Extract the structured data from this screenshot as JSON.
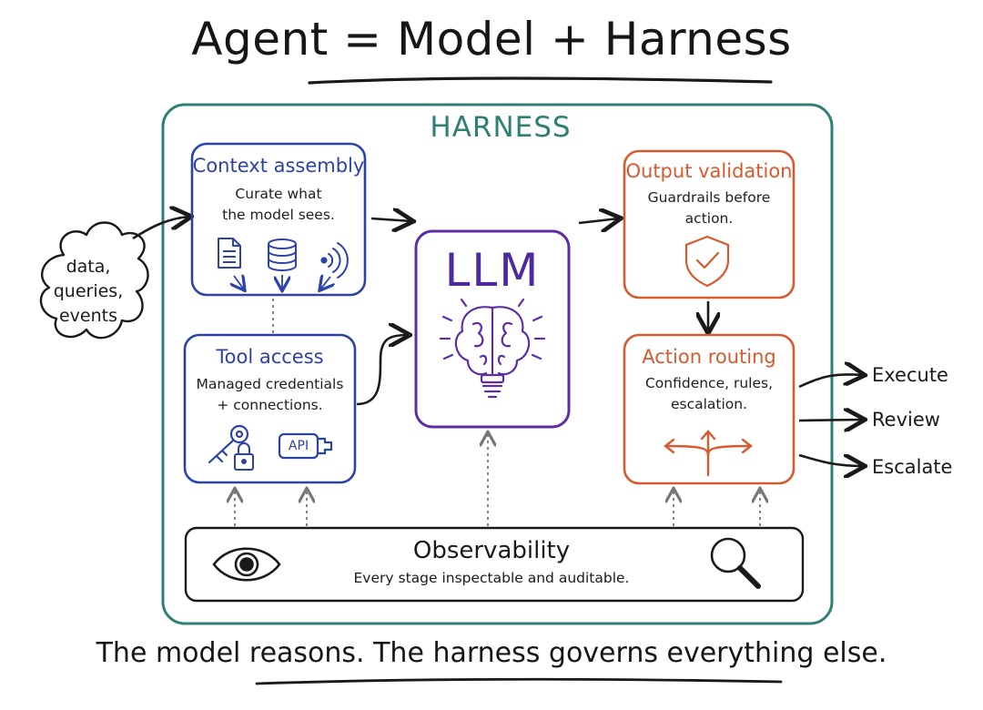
{
  "title": "Agent = Model + Harness",
  "harness": {
    "label": "HARNESS"
  },
  "input": {
    "text": "data,\nqueries,\nevents"
  },
  "context_assembly": {
    "title": "Context assembly",
    "text": "Curate what\nthe model sees."
  },
  "tool_access": {
    "title": "Tool access",
    "text": "Managed credentials\n+ connections.",
    "api_label": "API"
  },
  "llm": {
    "label": "LLM"
  },
  "output_validation": {
    "title": "Output validation",
    "text": "Guardrails before\naction."
  },
  "action_routing": {
    "title": "Action routing",
    "text": "Confidence, rules,\nescalation."
  },
  "outputs": {
    "execute": "Execute",
    "review": "Review",
    "escalate": "Escalate"
  },
  "observability": {
    "title": "Observability",
    "text": "Every stage inspectable and auditable."
  },
  "footer": "The model reasons. The harness governs everything else.",
  "colors": {
    "harness": "#2e7f74",
    "blue": "#2b43a8",
    "orange": "#d75a2f",
    "purple": "#5c2da3",
    "ink": "#1a1a1a"
  },
  "icons": {
    "context_assembly": [
      "document-icon",
      "database-icon",
      "signal-icon"
    ],
    "tool_access": [
      "key-icon",
      "lock-icon",
      "api-plug-icon"
    ],
    "llm": "brain-lightbulb-icon",
    "output_validation": "shield-check-icon",
    "action_routing": "branching-arrows-icon",
    "observability": [
      "eye-icon",
      "magnifier-icon"
    ]
  }
}
